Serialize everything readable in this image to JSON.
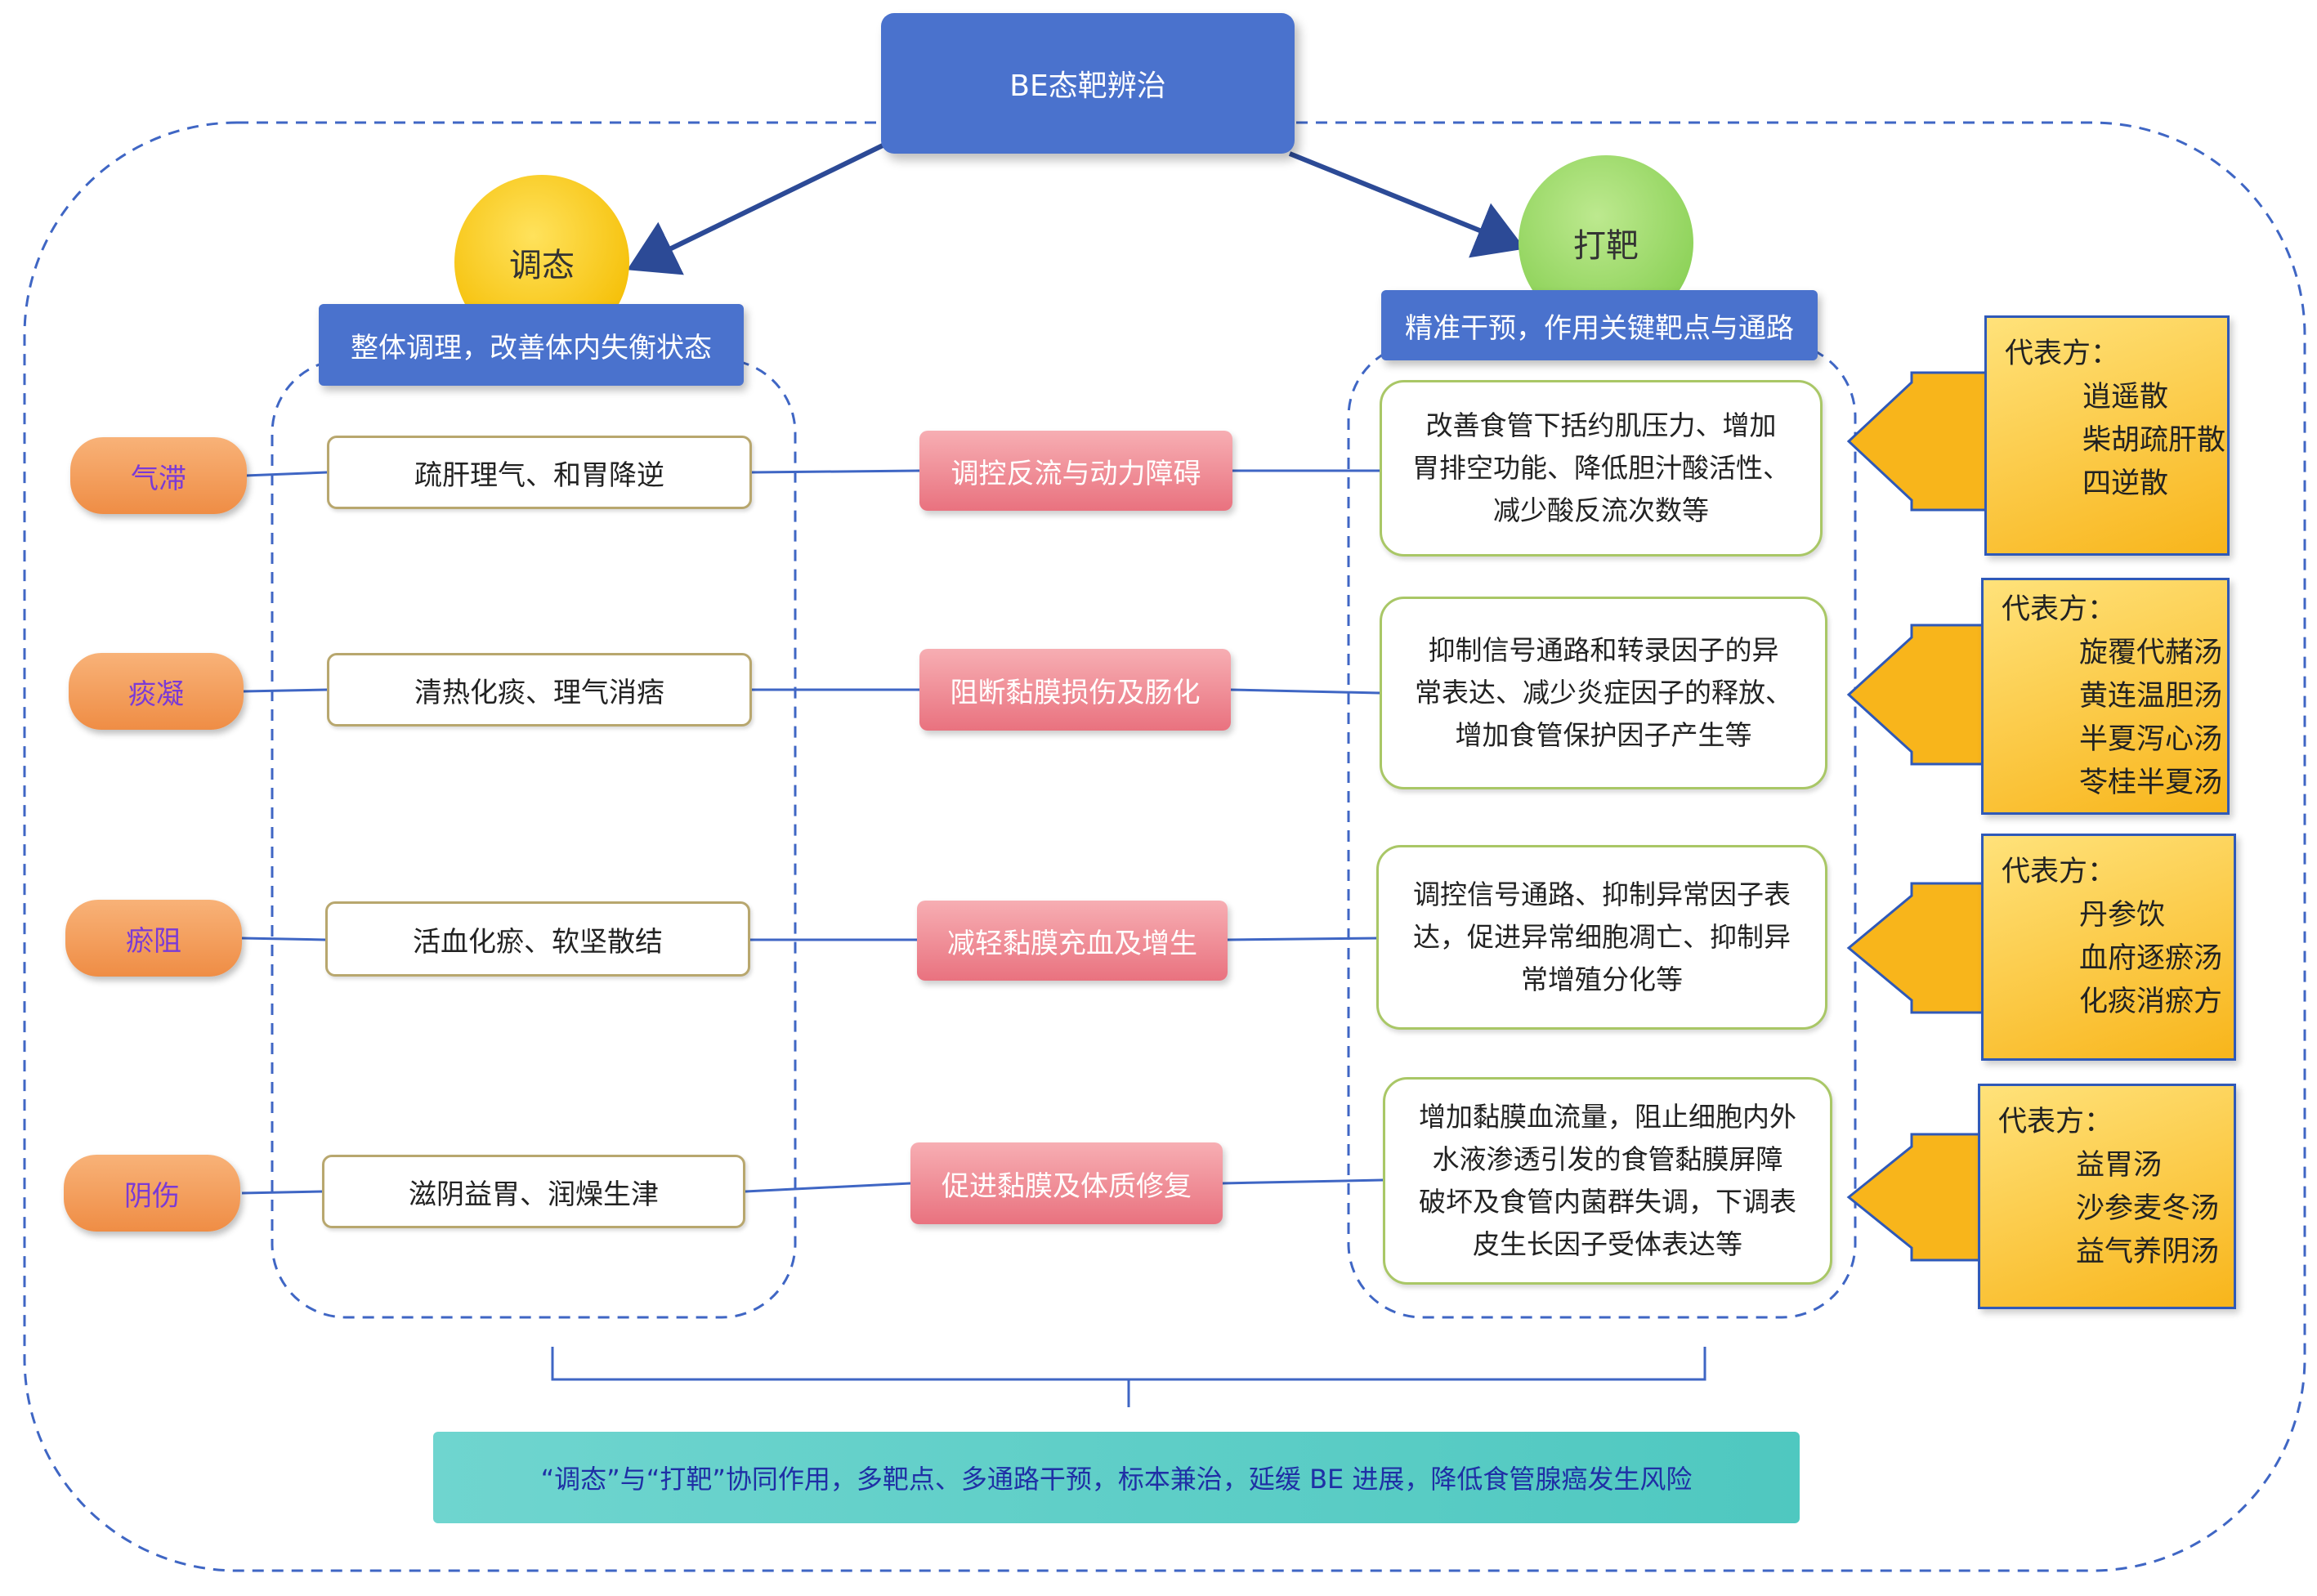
{
  "title": "BE态靶辨治",
  "branches": {
    "left": {
      "label": "调态",
      "header": "整体调理，改善体内失衡状态"
    },
    "right": {
      "label": "打靶",
      "header": "精准干预，作用关键靶点与通路"
    }
  },
  "rows": [
    {
      "syndrome": "气滞",
      "therapy": "疏肝理气、和胃降逆",
      "target": "调控反流与动力障碍",
      "mechanism": [
        "改善食管下括约肌压力、增加",
        "胃排空功能、降低胆汁酸活性、",
        "减少酸反流次数等"
      ],
      "formulas": {
        "head": "代表方：",
        "items": [
          "逍遥散",
          "柴胡疏肝散",
          "四逆散"
        ]
      }
    },
    {
      "syndrome": "痰凝",
      "therapy": "清热化痰、理气消痞",
      "target": "阻断黏膜损伤及肠化",
      "mechanism": [
        "抑制信号通路和转录因子的异",
        "常表达、减少炎症因子的释放、",
        "增加食管保护因子产生等"
      ],
      "formulas": {
        "head": "代表方：",
        "items": [
          "旋覆代赭汤",
          "黄连温胆汤",
          "半夏泻心汤",
          "苓桂半夏汤"
        ]
      }
    },
    {
      "syndrome": "瘀阻",
      "therapy": "活血化瘀、软坚散结",
      "target": "减轻黏膜充血及增生",
      "mechanism": [
        "调控信号通路、抑制异常因子表",
        "达，促进异常细胞凋亡、抑制异",
        "常增殖分化等"
      ],
      "formulas": {
        "head": "代表方：",
        "items": [
          "丹参饮",
          "血府逐瘀汤",
          "化痰消瘀方"
        ]
      }
    },
    {
      "syndrome": "阴伤",
      "therapy": "滋阴益胃、润燥生津",
      "target": "促进黏膜及体质修复",
      "mechanism": [
        "增加黏膜血流量，阻止细胞内外",
        "水液渗透引发的食管黏膜屏障",
        "破坏及食管内菌群失调，下调表",
        "皮生长因子受体表达等"
      ],
      "formulas": {
        "head": "代表方：",
        "items": [
          "益胃汤",
          "沙参麦冬汤",
          "益气养阴汤"
        ]
      }
    }
  ],
  "conclusion": "“调态”与“打靶”协同作用，多靶点、多通路干预，标本兼治，延缓 BE 进展，降低食管腺癌发生风险",
  "colors": {
    "title_blue": "#4a72cd",
    "syndrome_orange": "#ef8d45",
    "target_pink": "#e9727f",
    "formula_gold": "#f8b51b",
    "conclusion_teal": "#4fc8c0"
  }
}
